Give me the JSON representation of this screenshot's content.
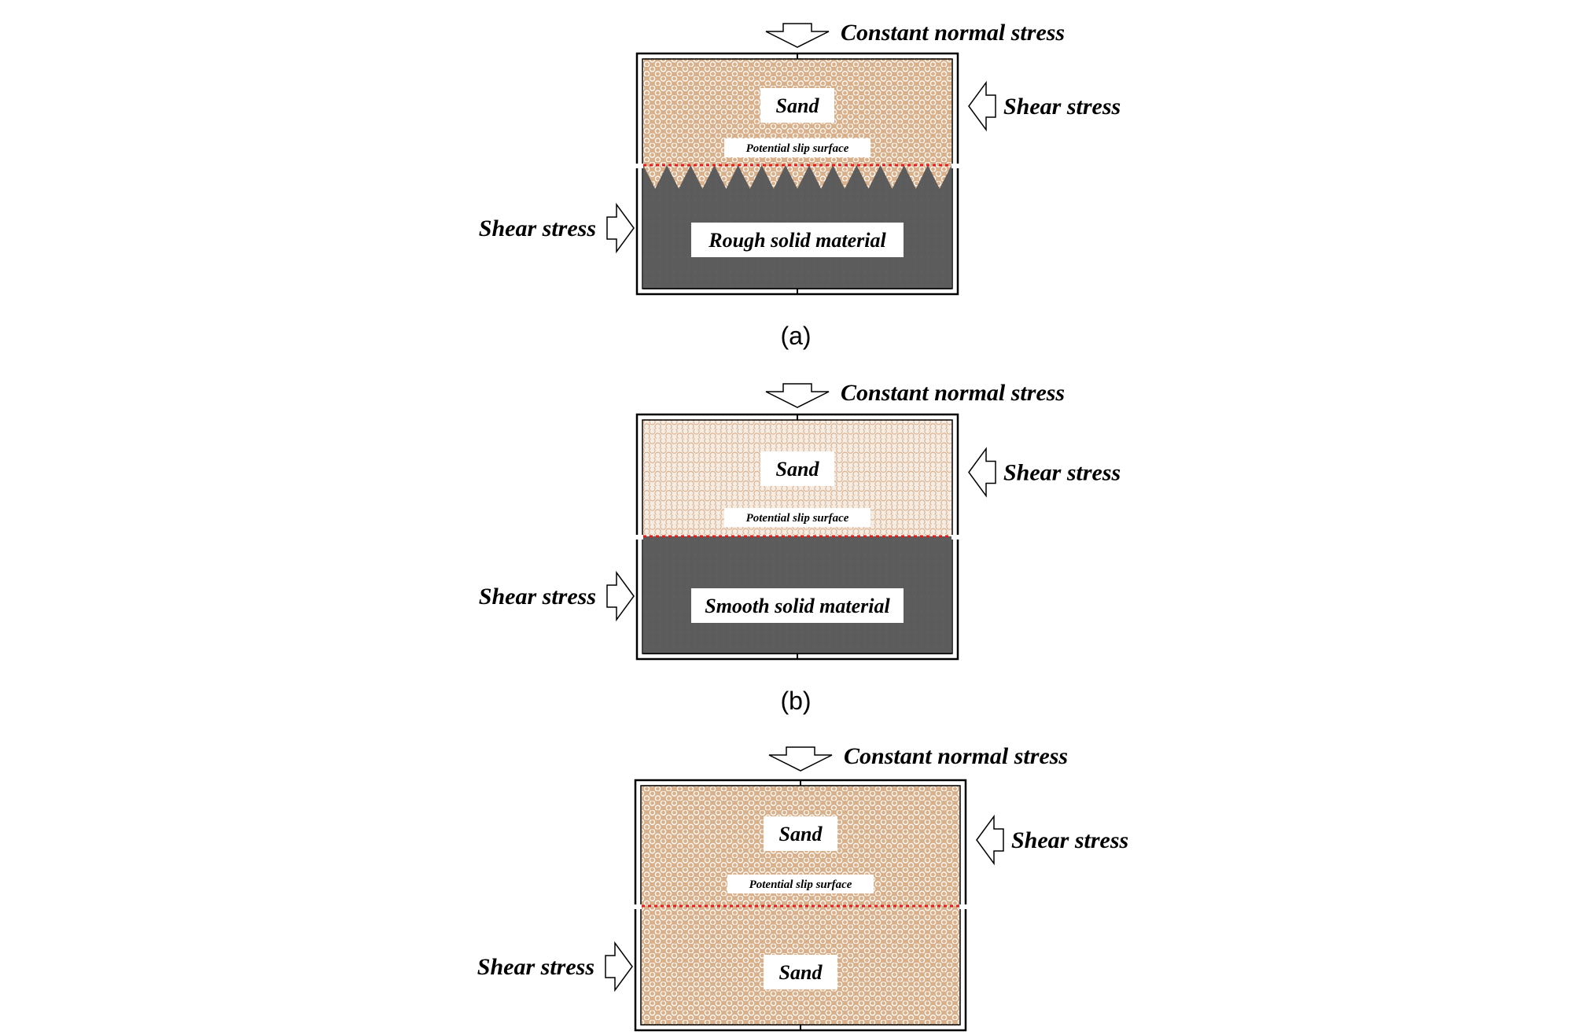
{
  "panels": [
    {
      "id": "a",
      "caption": "(a)",
      "normal_stress_label": "Constant normal stress",
      "top_shear_label": "Shear stress",
      "bottom_shear_label": "Shear stress",
      "top_material_label": "Sand",
      "slip_surface_label": "Potential slip surface",
      "bottom_material_label": "Rough solid material",
      "bottom_material": "rough-solid"
    },
    {
      "id": "b",
      "caption": "(b)",
      "normal_stress_label": "Constant normal stress",
      "top_shear_label": "Shear stress",
      "bottom_shear_label": "Shear stress",
      "top_material_label": "Sand",
      "slip_surface_label": "Potential slip surface",
      "bottom_material_label": "Smooth solid material",
      "bottom_material": "smooth-solid"
    },
    {
      "id": "c",
      "caption": "",
      "normal_stress_label": "Constant normal stress",
      "top_shear_label": "Shear stress",
      "bottom_shear_label": "Shear stress",
      "top_material_label": "Sand",
      "slip_surface_label": "Potential slip surface",
      "bottom_material_label": "Sand",
      "bottom_material": "sand"
    }
  ],
  "colors": {
    "sand_fill": "#d9b08a",
    "sand_fill_light": "#f3ebe2",
    "sand_stroke": "#ffffff",
    "solid_fill": "#5c5c5c",
    "slip_line": "#e02020",
    "frame": "#000000",
    "arrow_fill": "#ffffff"
  }
}
